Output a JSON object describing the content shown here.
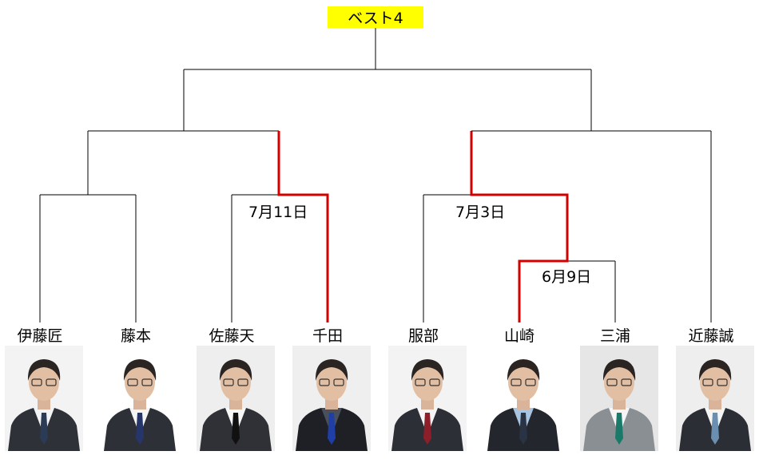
{
  "title": "ベスト4",
  "colors": {
    "line": "#000000",
    "winner_line": "#d40000",
    "title_bg": "#ffff00"
  },
  "players": [
    {
      "name": "伊藤匠",
      "tie": "#2b3a55",
      "suit": "#2e3138",
      "shirt": "#f1f3f6",
      "bg": "#f3f3f3"
    },
    {
      "name": "藤本",
      "tie": "#26366b",
      "suit": "#2d3036",
      "shirt": "#f5f5f5",
      "bg": "#ffffff"
    },
    {
      "name": "佐藤天",
      "tie": "#111111",
      "suit": "#2f3136",
      "shirt": "#f7f7f7",
      "bg": "#eeeeee"
    },
    {
      "name": "千田",
      "tie": "#1f3fa6",
      "suit": "#1e2025",
      "shirt": "#4a4f5c",
      "bg": "#efefef"
    },
    {
      "name": "服部",
      "tie": "#8c1f2a",
      "suit": "#2c2f35",
      "shirt": "#f5f5f5",
      "bg": "#f3f3f3"
    },
    {
      "name": "山崎",
      "tie": "#2a3344",
      "suit": "#23262c",
      "shirt": "#a9c4e0",
      "bg": "#ffffff"
    },
    {
      "name": "三浦",
      "tie": "#1a7a6a",
      "suit": "#8a8f94",
      "shirt": "#f5f5f5",
      "bg": "#e6e6e6"
    },
    {
      "name": "近藤誠",
      "tie": "#6a8fb0",
      "suit": "#2b2e34",
      "shirt": "#f5f5f5",
      "bg": "#eeeeee"
    }
  ],
  "dates": [
    "7月11日",
    "7月3日",
    "6月9日"
  ]
}
